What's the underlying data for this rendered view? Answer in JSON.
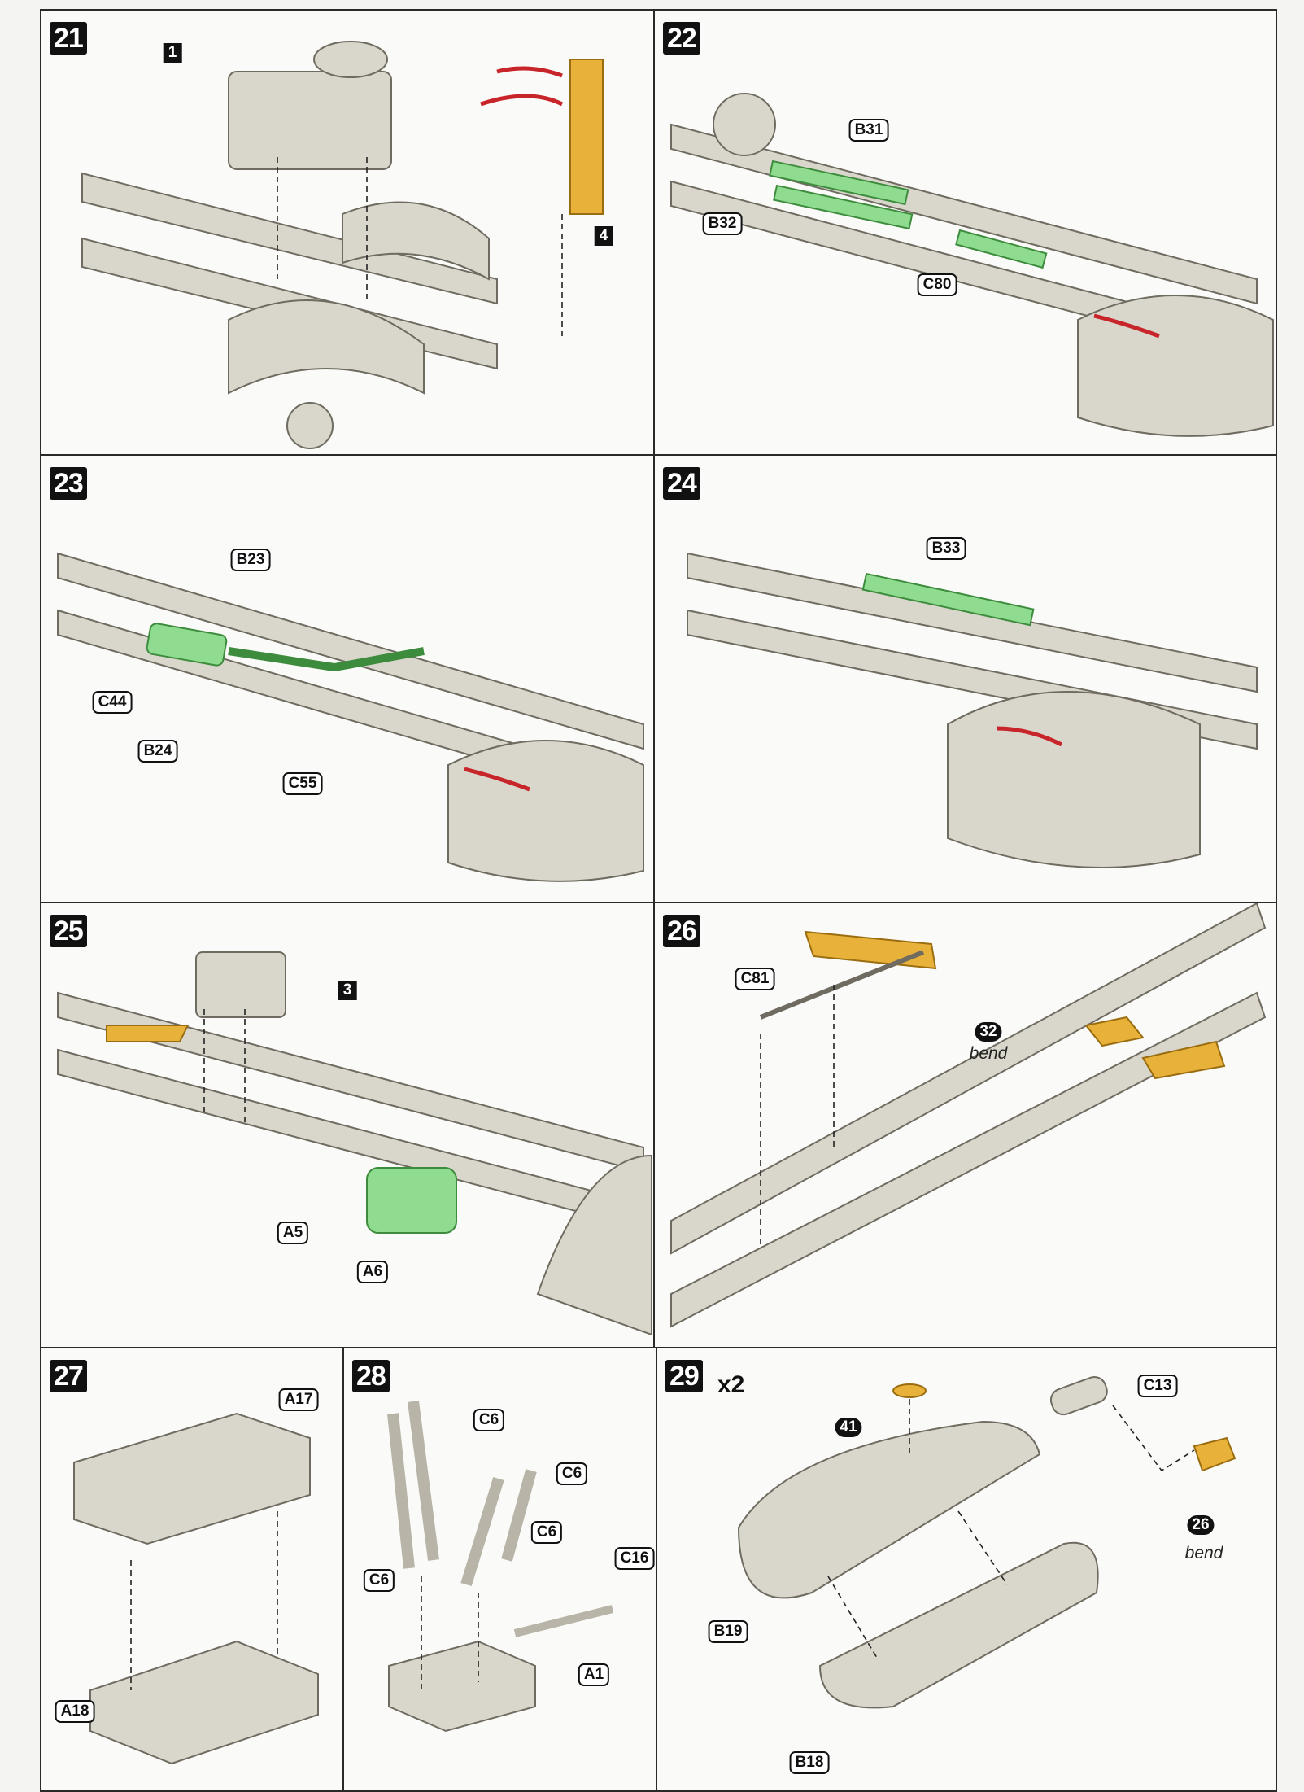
{
  "steps": [
    {
      "number": "21",
      "parts": [
        "1",
        "4"
      ]
    },
    {
      "number": "22",
      "parts": [
        "B31",
        "B32",
        "C80"
      ]
    },
    {
      "number": "23",
      "parts": [
        "B23",
        "C44",
        "B24",
        "C55"
      ]
    },
    {
      "number": "24",
      "parts": [
        "B33"
      ]
    },
    {
      "number": "25",
      "parts": [
        "3",
        "A5",
        "A6"
      ]
    },
    {
      "number": "26",
      "parts": [
        "C81",
        "32"
      ],
      "note": "bend"
    },
    {
      "number": "27",
      "parts": [
        "A17",
        "A18"
      ]
    },
    {
      "number": "28",
      "parts": [
        "C6",
        "C6",
        "C6",
        "C6",
        "C16",
        "A1"
      ]
    },
    {
      "number": "29",
      "multiplier": "x2",
      "parts": [
        "41",
        "C13",
        "26",
        "B19",
        "B18"
      ],
      "note": "bend"
    }
  ],
  "colors": {
    "part": "#d9d6cc",
    "highlight_new": "#8fdb8f",
    "photoetch": "#e8b13a",
    "hose": "#c8252a"
  }
}
